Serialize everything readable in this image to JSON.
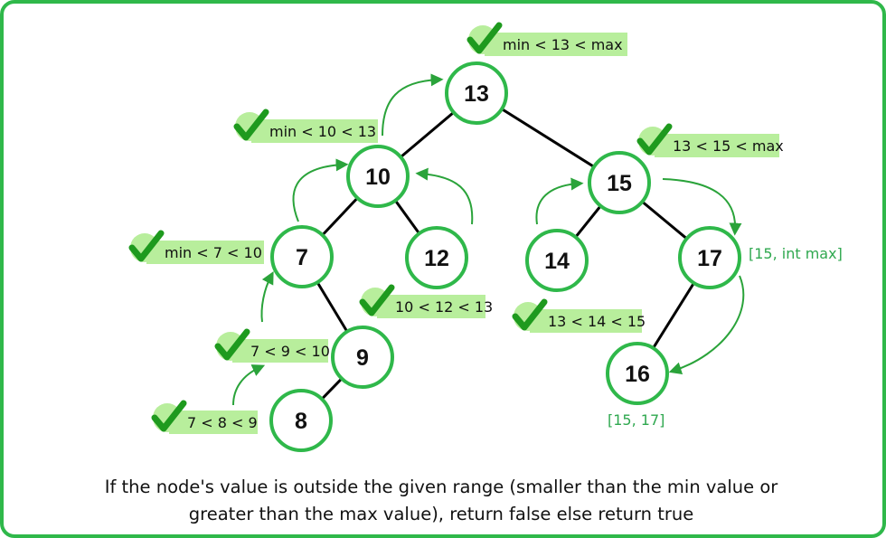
{
  "colors": {
    "frame": "#2fb84a",
    "node_stroke": "#2fb84a",
    "label_bg": "#b8ee9c",
    "check": "#1e9a1e",
    "arrow": "#2aa33a",
    "edge": "#000000",
    "range_text": "#2fa84f"
  },
  "tree": {
    "nodes": [
      {
        "id": "n13",
        "value": "13"
      },
      {
        "id": "n10",
        "value": "10"
      },
      {
        "id": "n15",
        "value": "15"
      },
      {
        "id": "n7",
        "value": "7"
      },
      {
        "id": "n12",
        "value": "12"
      },
      {
        "id": "n14",
        "value": "14"
      },
      {
        "id": "n17",
        "value": "17"
      },
      {
        "id": "n9",
        "value": "9"
      },
      {
        "id": "n8",
        "value": "8"
      },
      {
        "id": "n16",
        "value": "16"
      }
    ],
    "edges": [
      [
        "n13",
        "n10"
      ],
      [
        "n13",
        "n15"
      ],
      [
        "n10",
        "n7"
      ],
      [
        "n10",
        "n12"
      ],
      [
        "n15",
        "n14"
      ],
      [
        "n15",
        "n17"
      ],
      [
        "n7",
        "n9"
      ],
      [
        "n9",
        "n8"
      ],
      [
        "n17",
        "n16"
      ]
    ]
  },
  "checks": [
    {
      "id": "c13",
      "text": "min < 13 < max"
    },
    {
      "id": "c10",
      "text": "min < 10 < 13"
    },
    {
      "id": "c15",
      "text": "13 < 15 < max"
    },
    {
      "id": "c7",
      "text": "min < 7 < 10"
    },
    {
      "id": "c12",
      "text": "10 < 12 < 13"
    },
    {
      "id": "c14",
      "text": "13 < 14 < 15"
    },
    {
      "id": "c9",
      "text": "7 < 9 < 10"
    },
    {
      "id": "c8",
      "text": "7 < 8 < 9"
    }
  ],
  "ranges": {
    "r17": "[15, int max]",
    "r16": "[15, 17]"
  },
  "caption": {
    "line1": "If the node's value is outside the given range (smaller than the min value or",
    "line2": "greater than the max value), return false else return true"
  }
}
